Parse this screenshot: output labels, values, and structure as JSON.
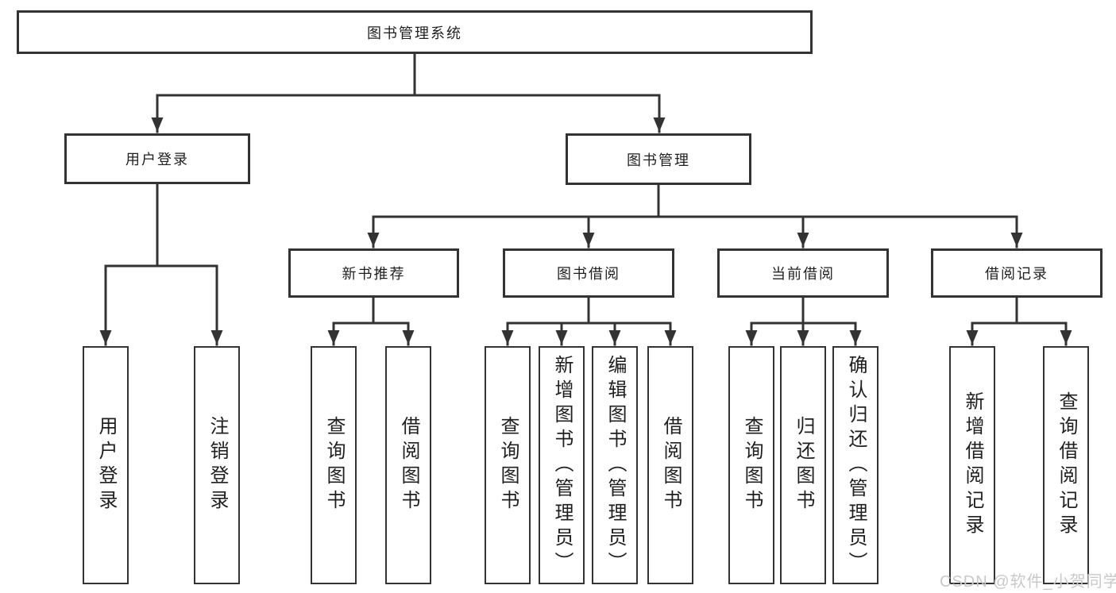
{
  "diagram": {
    "root": {
      "label": "图书管理系统"
    },
    "level2": [
      {
        "label": "用户登录"
      },
      {
        "label": "图书管理"
      }
    ],
    "level3": [
      {
        "label": "新书推荐"
      },
      {
        "label": "图书借阅"
      },
      {
        "label": "当前借阅"
      },
      {
        "label": "借阅记录"
      }
    ],
    "leaf_groups": [
      {
        "parent": "用户登录",
        "children": [
          "用户登录",
          "注销登录"
        ]
      },
      {
        "parent": "新书推荐",
        "children": [
          "查询图书",
          "借阅图书"
        ]
      },
      {
        "parent": "图书借阅",
        "children": [
          "查询图书",
          "新增图书（管理员）",
          "编辑图书（管理员）",
          "借阅图书"
        ]
      },
      {
        "parent": "当前借阅",
        "children": [
          "查询图书",
          "归还图书",
          "确认归还（管理员）"
        ]
      },
      {
        "parent": "借阅记录",
        "children": [
          "新增借阅记录",
          "查询借阅记录"
        ]
      }
    ]
  },
  "watermark": {
    "text": "CSDN @软件_小贺同学"
  },
  "colors": {
    "line": "#333333",
    "box_border": "#333333",
    "text": "#1f1f1f",
    "watermark": "#c9c9c9",
    "background": "#ffffff"
  }
}
